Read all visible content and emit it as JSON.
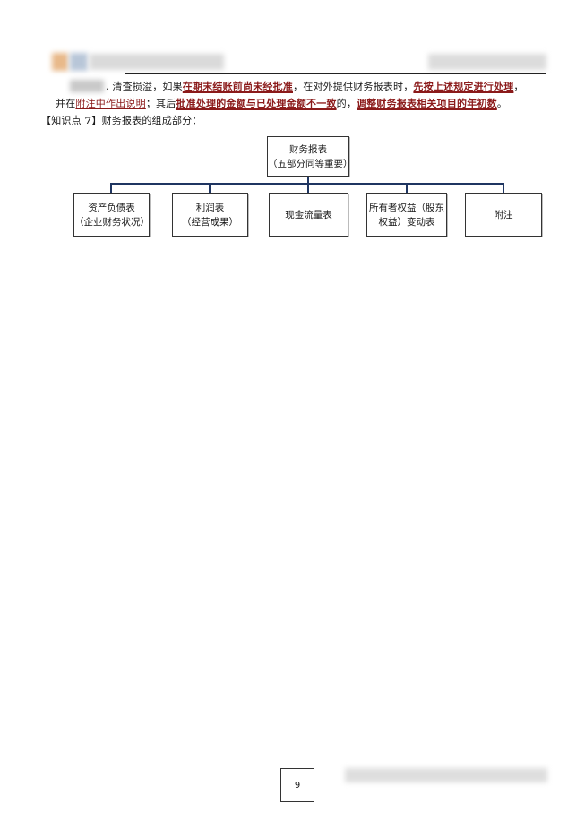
{
  "paragraph": {
    "line1": {
      "pre": ". 清查损溢，如果",
      "u1": "在期末结账前尚未经批准",
      "mid": "，在对外提供财务报表时，",
      "u2": "先按上述规定进行处理",
      "post": "，"
    },
    "line2": {
      "pre": "并在",
      "u1": "附注中作出说明",
      "mid1": "；其后",
      "u2": "批准处理的金额与已处理金额不一致",
      "mid2": "的，",
      "u3": "调整财务报表相关项目的年初数",
      "post": "。"
    }
  },
  "knowledge_point": {
    "bracket_open": "【知识点 ",
    "number": "7",
    "bracket_close": "】",
    "text": "财务报表的组成部分："
  },
  "diagram": {
    "root": {
      "line1": "财务报表",
      "line2": "（五部分同等重要）"
    },
    "children": [
      {
        "line1": "资产负债表",
        "line2": "（企业财务状况）"
      },
      {
        "line1": "利润表",
        "line2": "（经营成果）"
      },
      {
        "line1": "现金流量表",
        "line2": ""
      },
      {
        "line1": "所有者权益（股东",
        "line2": "权益）变动表"
      },
      {
        "line1": "附注",
        "line2": ""
      }
    ],
    "connector_color": "#1f3561"
  },
  "page_number": "9",
  "colors": {
    "underline_text": "#8b1a1a"
  }
}
